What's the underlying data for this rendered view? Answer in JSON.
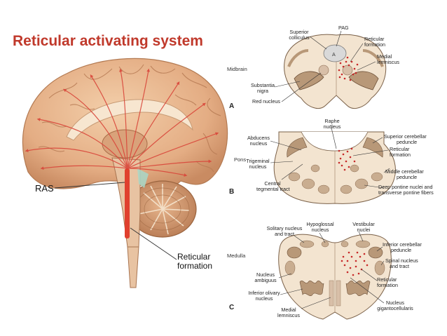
{
  "title": "Reticular activating system",
  "brain": {
    "ras_label": "RAS",
    "reticular_line1": "Reticular",
    "reticular_line2": "formation"
  },
  "sections": {
    "midbrain": {
      "side_label": "Midbrain",
      "letter": "A",
      "labels": {
        "pag": "PAG",
        "superior_1": "Superior",
        "superior_2": "colliculus",
        "reticular_1": "Reticular",
        "reticular_2": "formation",
        "medial_1": "Medial",
        "medial_2": "lemniscus",
        "substantia_1": "Substantia",
        "substantia_2": "nigra",
        "red_nucleus": "Red nucleus"
      }
    },
    "pons": {
      "side_label": "Pons",
      "letter": "B",
      "labels": {
        "raphe_1": "Raphe",
        "raphe_2": "nucleus",
        "abducens_1": "Abducens",
        "abducens_2": "nucleus",
        "superior_cereb_1": "Superior cerebellar",
        "superior_cereb_2": "peduncle",
        "reticular_1": "Reticular",
        "reticular_2": "formation",
        "trigeminal_1": "Trigeminal",
        "trigeminal_2": "nucleus",
        "middle_cereb_1": "Middle cerebellar",
        "middle_cereb_2": "peduncle",
        "central_1": "Central",
        "central_2": "tegmental tract",
        "deep_1": "Deep pontine nuclei and",
        "deep_2": "transverse pontine fibers"
      }
    },
    "medulla": {
      "side_label": "Medulla",
      "letter": "C",
      "labels": {
        "hypoglossal_1": "Hypoglossal",
        "hypoglossal_2": "nucleus",
        "vestibular_1": "Vestibular",
        "vestibular_2": "nuclei",
        "solitary_1": "Solitary nucleus",
        "solitary_2": "and tract",
        "inferior_cereb_1": "Inferior cerebellar",
        "inferior_cereb_2": "peduncle",
        "spinal_1": "Spinal nucleus",
        "spinal_2": "and tract",
        "ambiguus_1": "Nucleus",
        "ambiguus_2": "ambiguus",
        "reticular_1": "Reticular",
        "reticular_2": "formation",
        "olivary_1": "Inferior olivary",
        "olivary_2": "nucleus",
        "medial_1": "Medial",
        "medial_2": "lemniscus",
        "giganto_1": "Nucleus",
        "giganto_2": "gigantocellularis"
      }
    }
  },
  "colors": {
    "title": "#c0392b",
    "brain_tissue": "#e8b98f",
    "brain_shadow": "#c98f68",
    "arrows": "#d9463a",
    "section_fill": "#f3e4d0",
    "section_dark": "#b89878",
    "dots": "#c62828"
  }
}
